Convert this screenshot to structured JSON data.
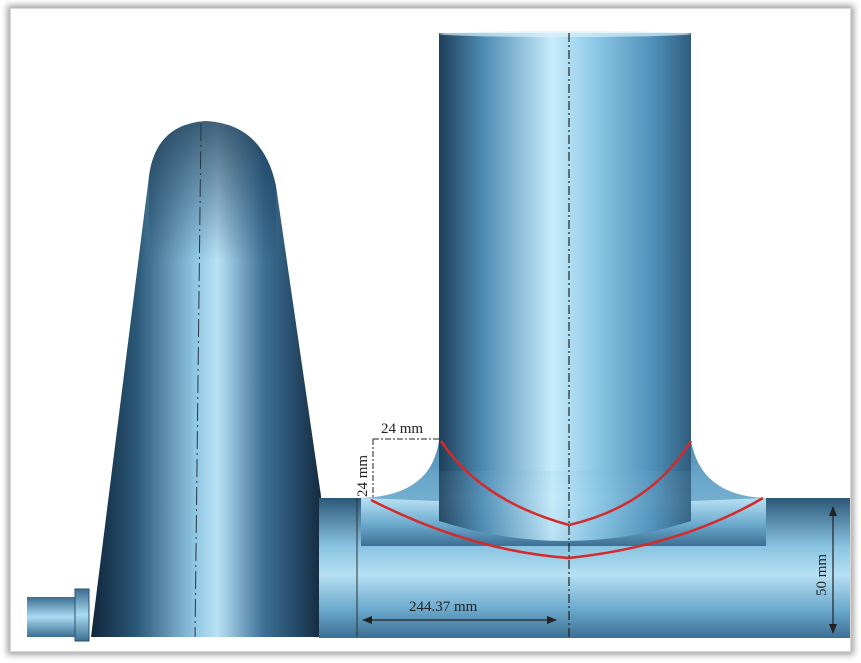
{
  "dimensions": {
    "fillet_horizontal": "24 mm",
    "fillet_vertical": "24 mm",
    "offset_length": "244.37 mm",
    "pipe_height": "50 mm"
  },
  "colors": {
    "pipe_light": "#a8d8ee",
    "pipe_mid": "#5fa3c9",
    "pipe_dark": "#1c3a52",
    "weld_line": "#d42a2a",
    "dimension_line": "#222222"
  }
}
